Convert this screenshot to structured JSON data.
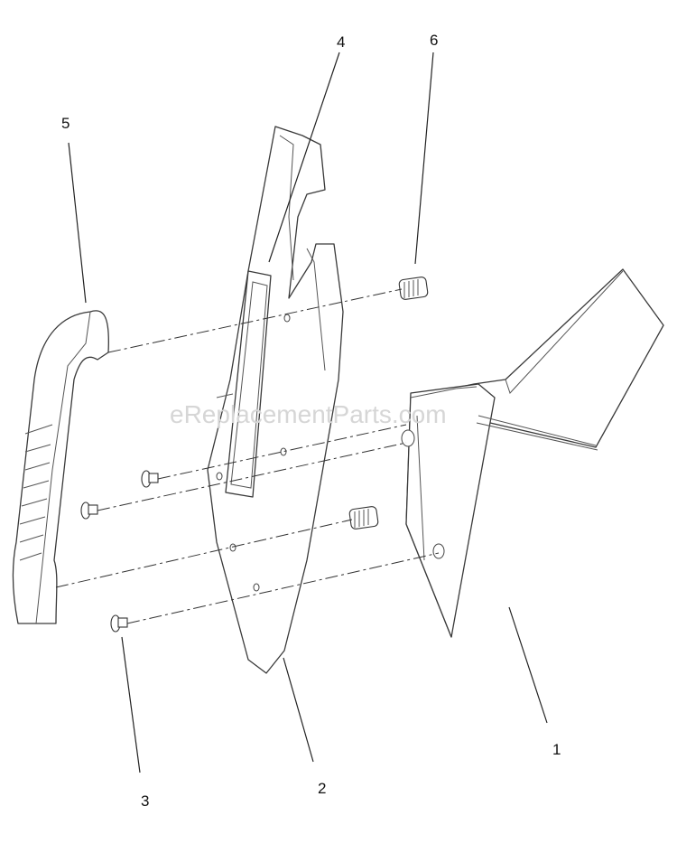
{
  "watermark": "eReplacementParts.com",
  "callouts": {
    "c1": "1",
    "c2": "2",
    "c3": "3",
    "c4": "4",
    "c5": "5",
    "c6": "6"
  }
}
